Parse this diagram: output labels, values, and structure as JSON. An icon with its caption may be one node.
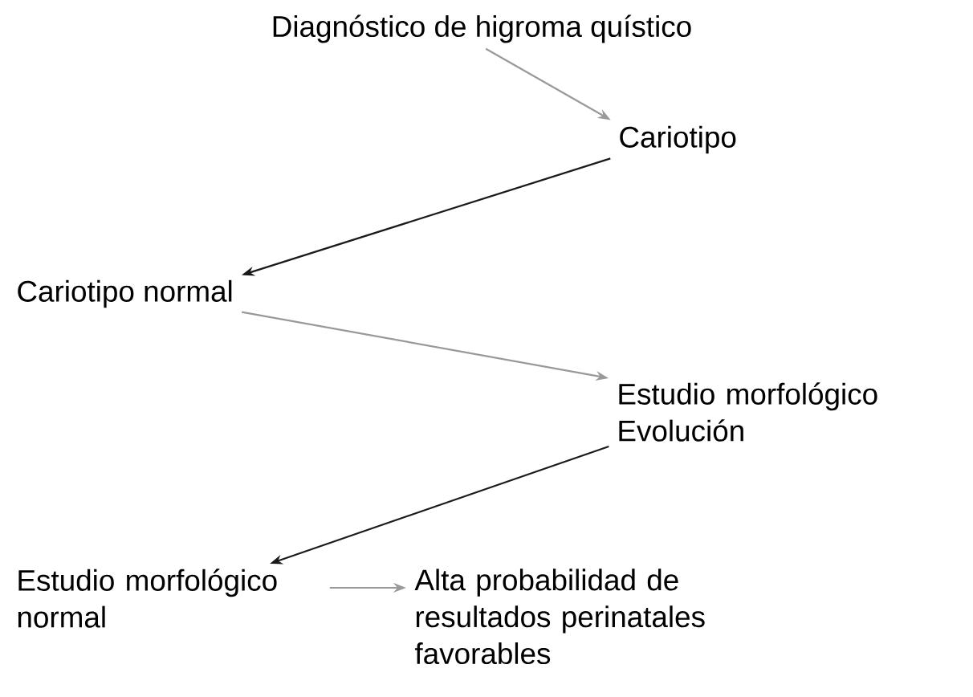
{
  "diagram": {
    "nodes": [
      {
        "text": [
          "Diagnóstico de higroma quístico"
        ]
      },
      {
        "text": [
          "Cariotipo"
        ]
      },
      {
        "text": [
          "Cariotipo normal"
        ]
      },
      {
        "text": [
          "Estudio morfológico",
          "Evolución"
        ]
      },
      {
        "text": [
          "Estudio morfológico normal"
        ]
      },
      {
        "text": [
          "Alta probabilidad de resultados perinatales favorables"
        ]
      }
    ],
    "edges": [
      {
        "from": 0,
        "to": 1,
        "arrow": "to"
      },
      {
        "from": 1,
        "to": 2,
        "arrow": "to",
        "color": "#1a1a1a"
      },
      {
        "from": 2,
        "to": 3,
        "arrow": "to"
      },
      {
        "from": 3,
        "to": 4,
        "arrow": "to",
        "color": "#1a1a1a"
      },
      {
        "from": 4,
        "to": 5,
        "arrow": "to"
      }
    ]
  }
}
